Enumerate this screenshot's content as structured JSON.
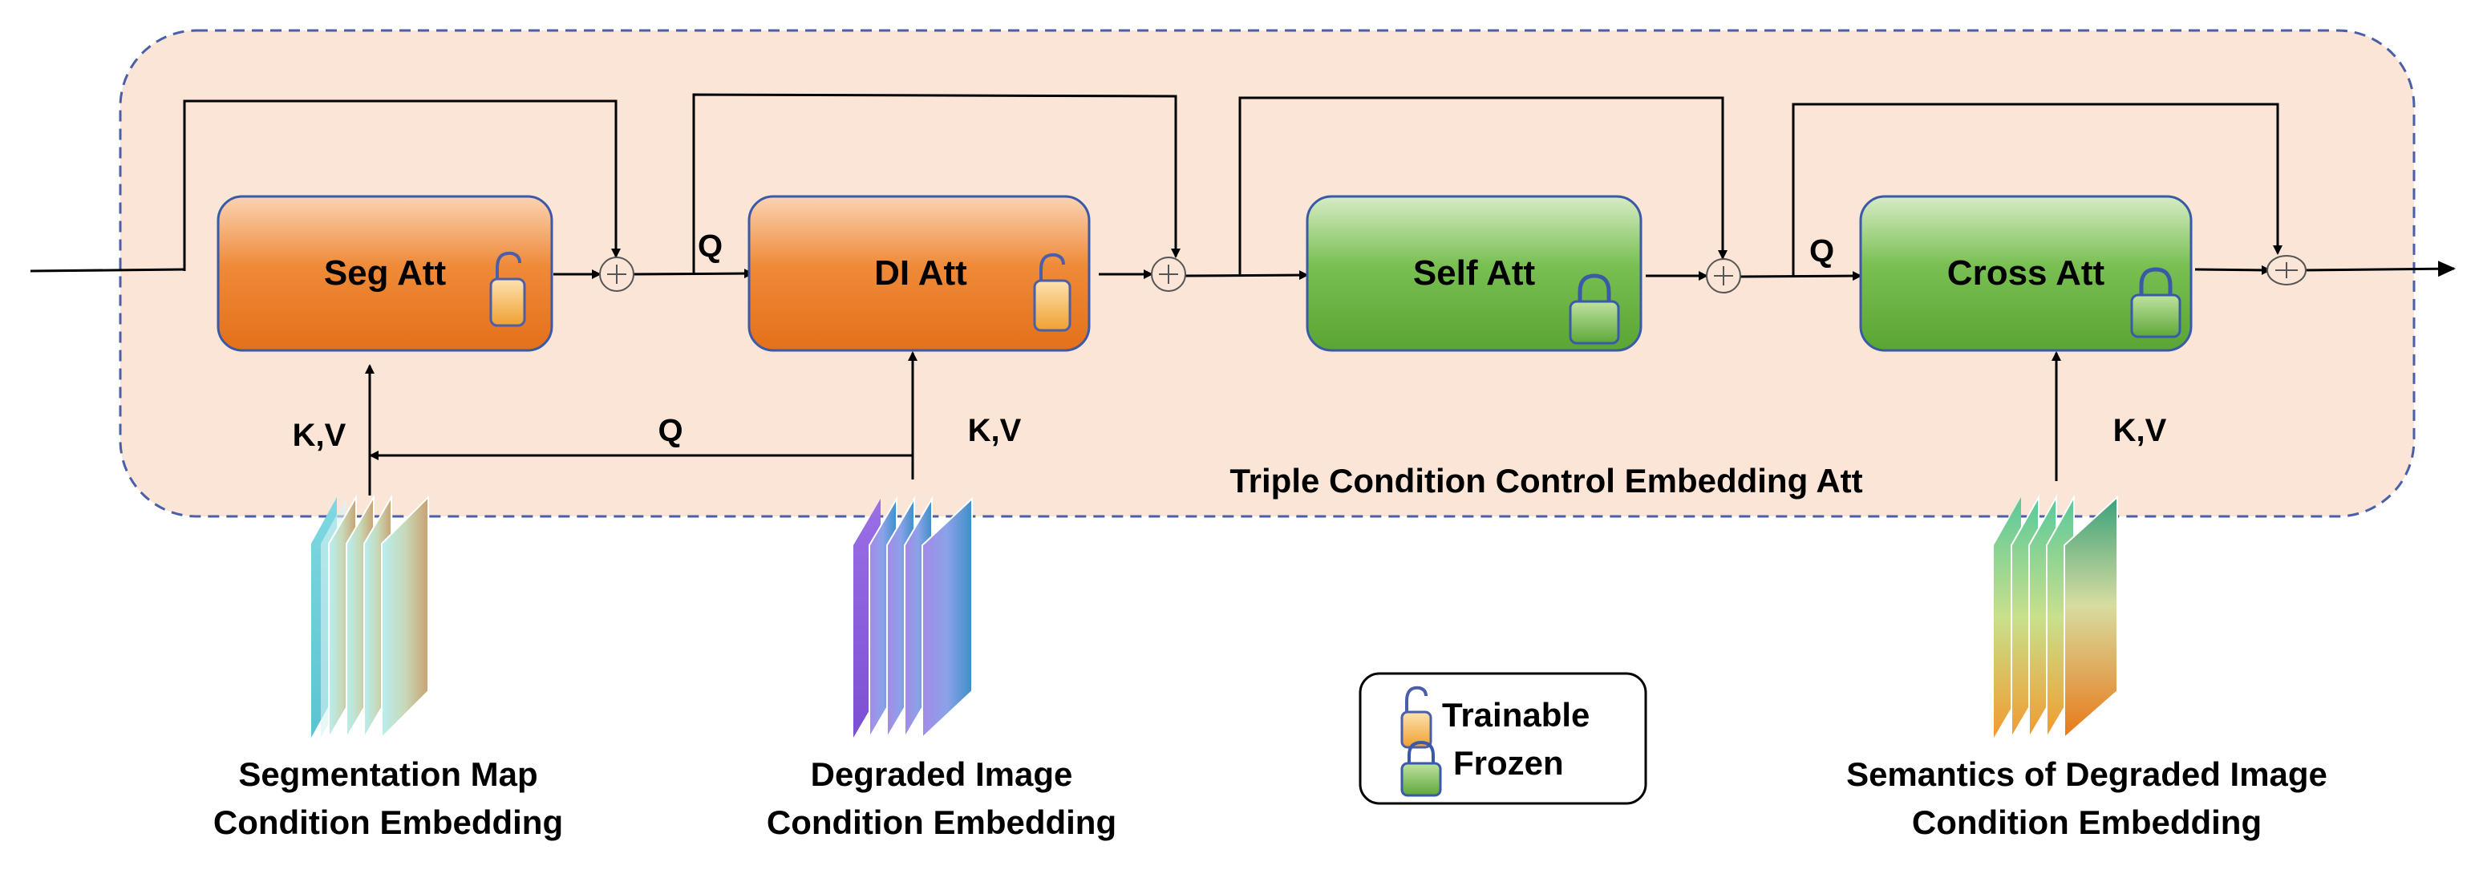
{
  "blocks": {
    "seg_att": "Seg Att",
    "di_att": "DI Att",
    "self_att": "Self Att",
    "cross_att": "Cross Att"
  },
  "block_states": {
    "seg_att": "trainable",
    "di_att": "trainable",
    "self_att": "frozen",
    "cross_att": "frozen"
  },
  "labels": {
    "q_di": "Q",
    "q_cross": "Q",
    "kv_seg": "K,V",
    "q_bottom": "Q",
    "kv_di": "K,V",
    "kv_cross": "K,V"
  },
  "module_title": "Triple Condition Control Embedding Att",
  "embeddings": {
    "seg_line1": "Segmentation Map",
    "seg_line2": "Condition Embedding",
    "deg_line1": "Degraded Image",
    "deg_line2": "Condition Embedding",
    "sem_line1": "Semantics of Degraded Image",
    "sem_line2": "Condition Embedding"
  },
  "legend": {
    "trainable": "Trainable",
    "frozen": "Frozen"
  },
  "colors": {
    "module_fill": "#fbe5d6",
    "module_border": "#4a5fa8",
    "orange_block": "#e8741c",
    "green_block": "#5faa35",
    "block_border": "#3a5aa8"
  }
}
